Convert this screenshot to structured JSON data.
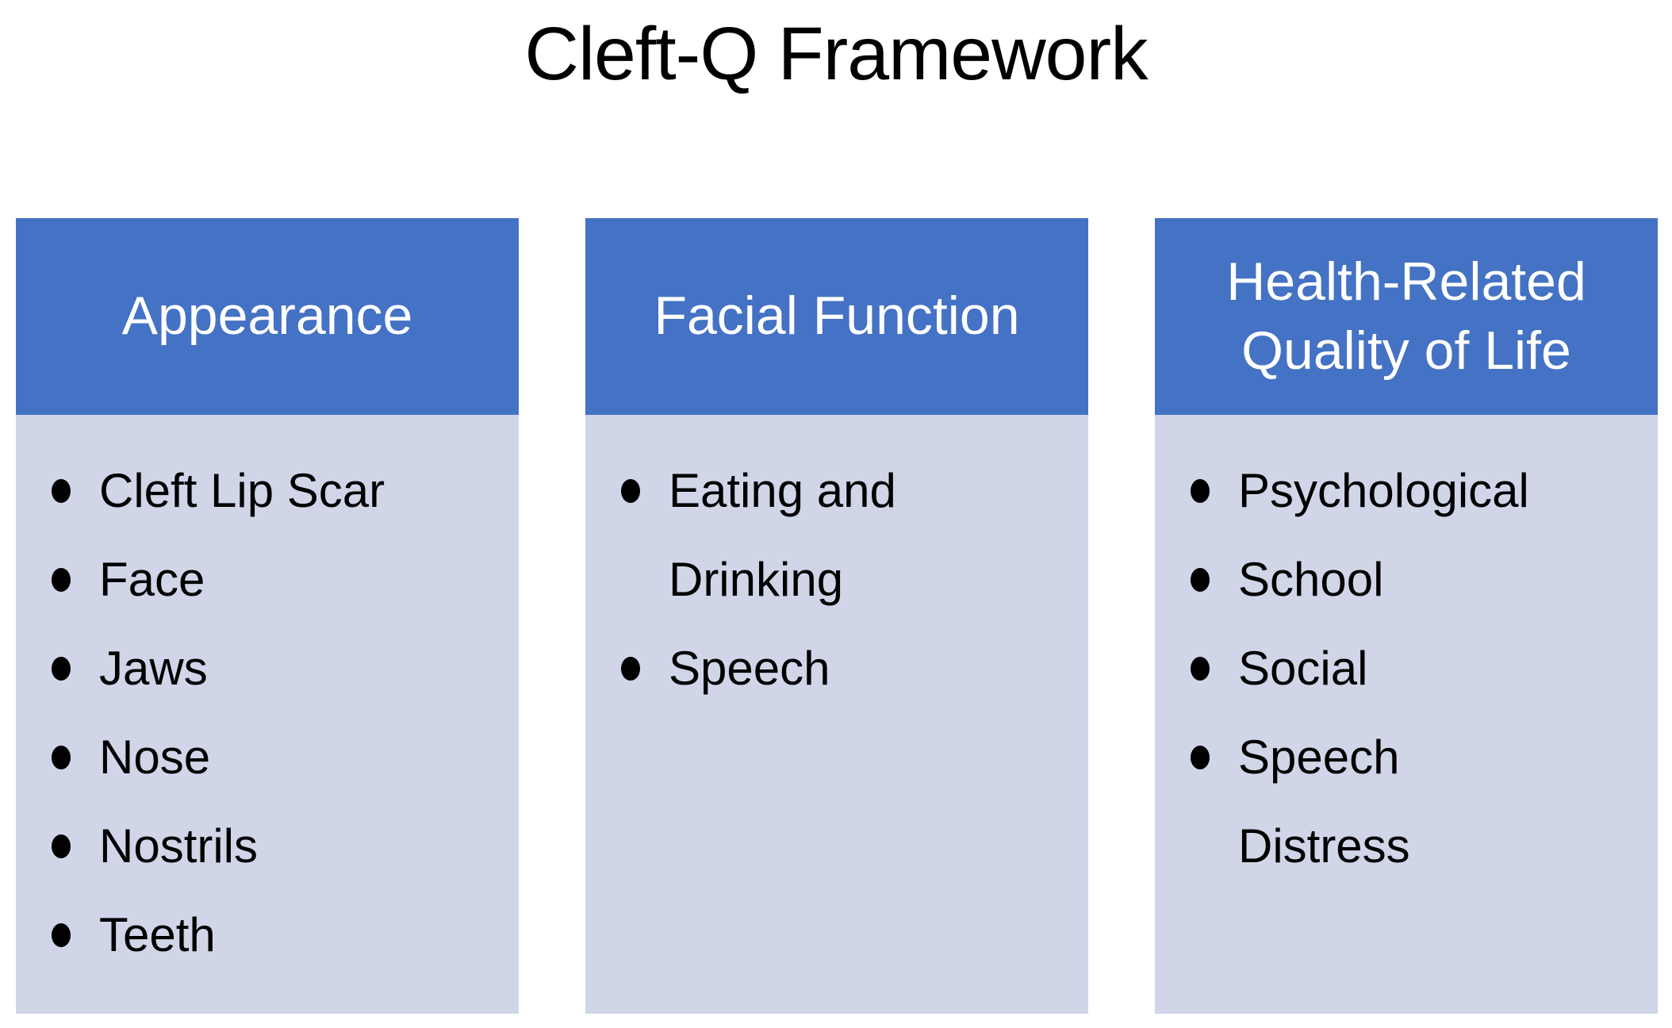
{
  "page": {
    "title": "Cleft-Q Framework"
  },
  "colors": {
    "header_bg": "#4472C4",
    "header_text": "#FFFFFF",
    "body_bg": "#D0D5E8",
    "bullet": "#000000",
    "title_text": "#000000",
    "page_bg": "#FFFFFF"
  },
  "columns": [
    {
      "header": "Appearance",
      "items": [
        "Cleft Lip Scar",
        "Face",
        "Jaws",
        "Nose",
        "Nostrils",
        "Teeth"
      ]
    },
    {
      "header": "Facial Function",
      "items": [
        "Eating and Drinking",
        "Speech"
      ]
    },
    {
      "header": "Health-Related Quality of Life",
      "items": [
        "Psychological",
        "School",
        "Social",
        "Speech Distress"
      ]
    }
  ]
}
